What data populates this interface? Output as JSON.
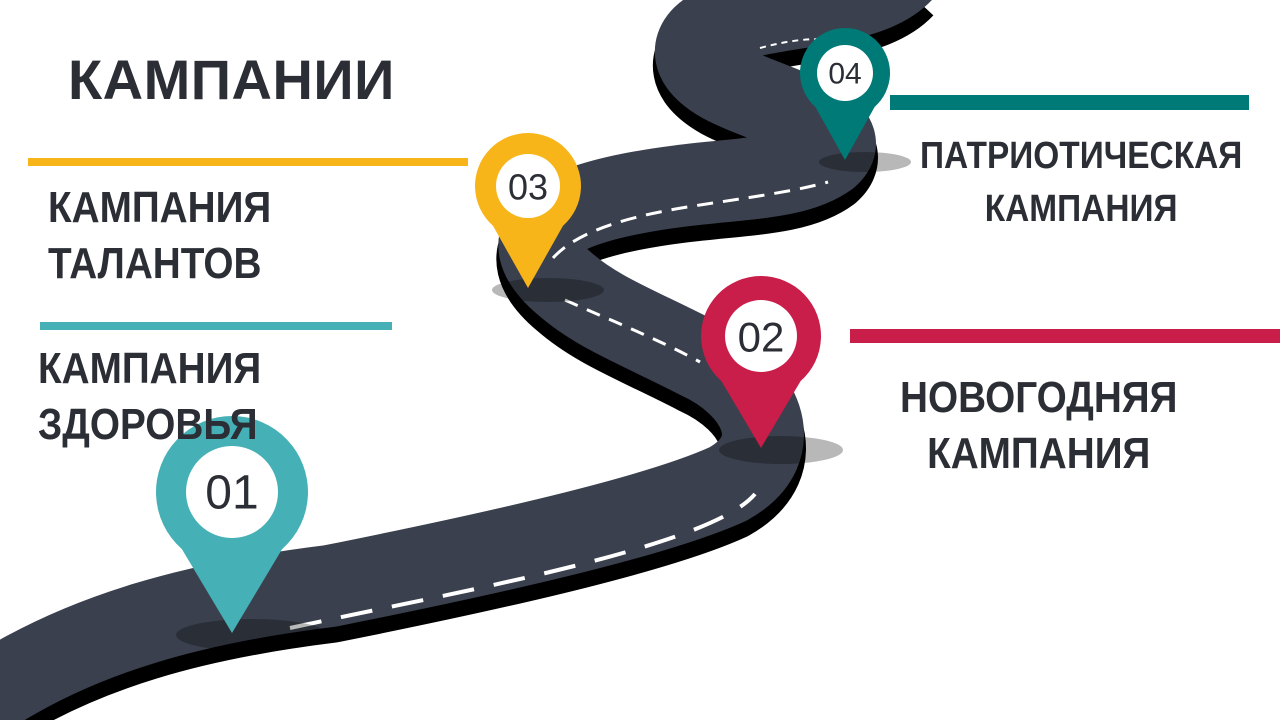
{
  "title": "КАМПАНИИ",
  "milestones": [
    {
      "number": "01",
      "label_lines": [
        "КАМПАНИЯ",
        "ЗДОРОВЬЯ"
      ],
      "color": "#45b1b6"
    },
    {
      "number": "02",
      "label_lines": [
        "НОВОГОДНЯЯ",
        "КАМПАНИЯ"
      ],
      "color": "#c91d4a"
    },
    {
      "number": "03",
      "label_lines": [
        "КАМПАНИЯ",
        "ТАЛАНТОВ"
      ],
      "color": "#f8b51a"
    },
    {
      "number": "04",
      "label_lines": [
        "ПАТРИОТИЧЕСКАЯ",
        "КАМПАНИЯ"
      ],
      "color": "#007a77"
    }
  ],
  "road": {
    "color": "#3a404d",
    "shadow": "#000000",
    "dash": "#ffffff"
  }
}
